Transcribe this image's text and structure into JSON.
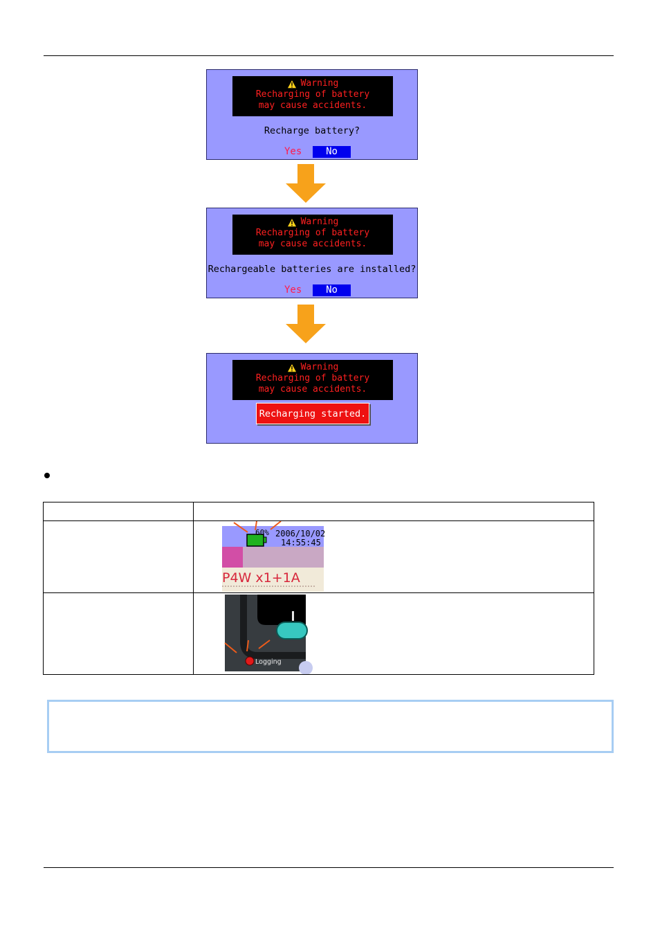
{
  "dialogs": {
    "d1": {
      "warning_title": "Warning",
      "warning_line1": "Recharging of battery",
      "warning_line2": "may cause accidents.",
      "question": "Recharge battery?",
      "yes": "Yes",
      "no": "No"
    },
    "d2": {
      "warning_title": "Warning",
      "warning_line1": "Recharging of battery",
      "warning_line2": "may cause accidents.",
      "question": "Rechargeable batteries are installed?",
      "yes": "Yes",
      "no": "No"
    },
    "d3": {
      "warning_title": "Warning",
      "warning_line1": "Recharging of battery",
      "warning_line2": "may cause accidents.",
      "status": "Recharging started."
    }
  },
  "table": {
    "row1_image": {
      "percent": "60%",
      "date": "2006/10/02",
      "time": "14:55:45",
      "wiring": "P4W x1+1A"
    },
    "row2_image": {
      "indicator": "Logging"
    }
  },
  "colors": {
    "dialog_bg": "#9999ff",
    "warning_text": "#ff2020",
    "no_button": "#0000ee",
    "arrow": "#f7a21b",
    "note_border": "#a7cdf3"
  }
}
